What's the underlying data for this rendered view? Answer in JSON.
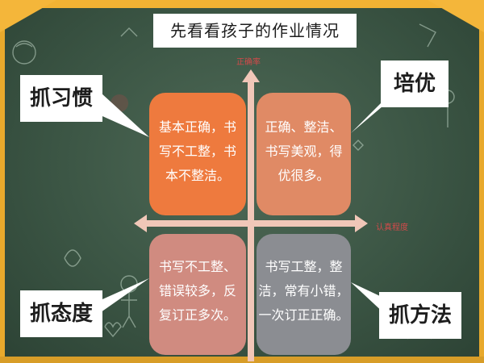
{
  "title": "先看看孩子的作业情况",
  "axes": {
    "y_label": "正确率",
    "x_label": "认真程度"
  },
  "labels": {
    "top_left": "抓习惯",
    "top_right": "培优",
    "bottom_left": "抓态度",
    "bottom_right": "抓方法"
  },
  "quadrants": {
    "top_left": {
      "lines": [
        "基本正确，书",
        "写不工整，书",
        "本不整洁。"
      ],
      "color": "#ee7a3e"
    },
    "top_right": {
      "lines": [
        "正确、整洁、",
        "书写美观，得",
        "优很多。"
      ],
      "color": "#e08a65"
    },
    "bottom_left": {
      "lines": [
        "书写不工整、",
        "错误较多，反",
        "复订正多次。"
      ],
      "color": "#d08b80"
    },
    "bottom_right": {
      "lines": [
        "书写工整，整",
        "洁，常有小错，",
        "一次订正正确。"
      ],
      "color": "#8b8d92"
    }
  },
  "colors": {
    "board": "#3b5544",
    "frame": "#f2b233",
    "axis": "#f1c7b8",
    "axis_label": "#d24a4a"
  }
}
